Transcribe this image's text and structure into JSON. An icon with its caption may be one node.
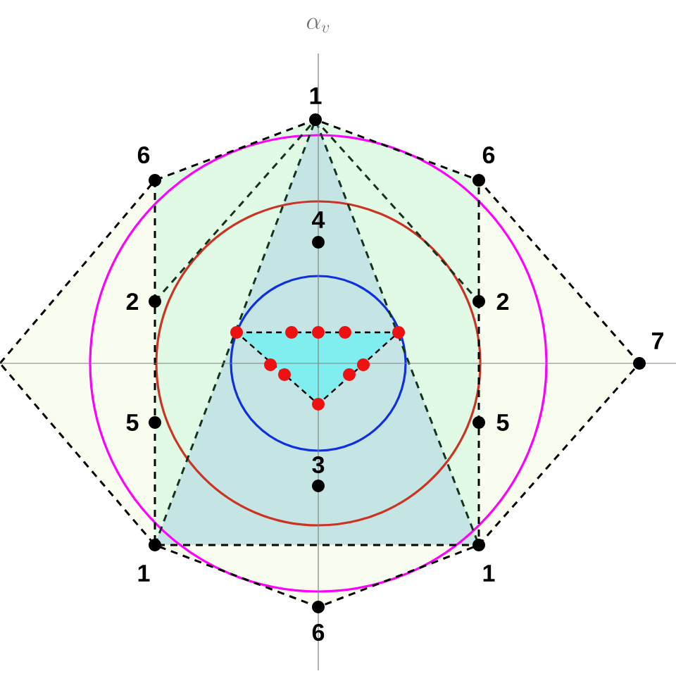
{
  "diagram": {
    "labels": [
      "\\alpha_v",
      "1",
      "6",
      "6",
      "4",
      "2",
      "2",
      "7",
      "5",
      "5",
      "3",
      "1",
      "1",
      "6"
    ]
  }
}
